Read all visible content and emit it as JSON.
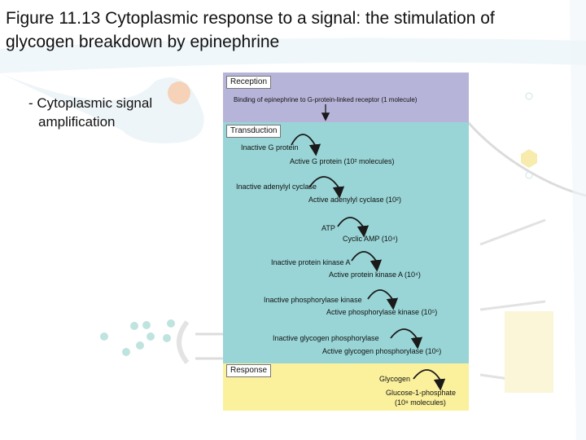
{
  "slide": {
    "title_line1": "Figure 11.13 Cytoplasmic response to a signal: the stimulation of",
    "title_line2": "glycogen breakdown by epinephrine",
    "bullet_line1": "- Cytoplasmic signal",
    "bullet_line2": "amplification"
  },
  "diagram": {
    "reception_label": "Reception",
    "reception_text": "Binding of epinephrine to G-protein-linked receptor (1 molecule)",
    "transduction_label": "Transduction",
    "response_label": "Response",
    "steps": [
      {
        "inactive": "Inactive G protein",
        "active": "Active G protein (10² molecules)"
      },
      {
        "inactive": "Inactive adenylyl cyclase",
        "active": "Active adenylyl cyclase (10²)"
      },
      {
        "inactive": "ATP",
        "active": "Cyclic AMP (10⁴)"
      },
      {
        "inactive": "Inactive protein kinase A",
        "active": "Active protein kinase A (10⁴)"
      },
      {
        "inactive": "Inactive phosphorylase kinase",
        "active": "Active phosphorylase kinase (10⁵)"
      },
      {
        "inactive": "Inactive glycogen phosphorylase",
        "active": "Active glycogen phosphorylase (10⁶)"
      }
    ],
    "response_from": "Glycogen",
    "response_to_line1": "Glucose-1-phosphate",
    "response_to_line2": "(10⁸ molecules)"
  },
  "colors": {
    "reception": "#b7b4d9",
    "transduction": "#99d5d6",
    "response": "#fbf19c"
  }
}
